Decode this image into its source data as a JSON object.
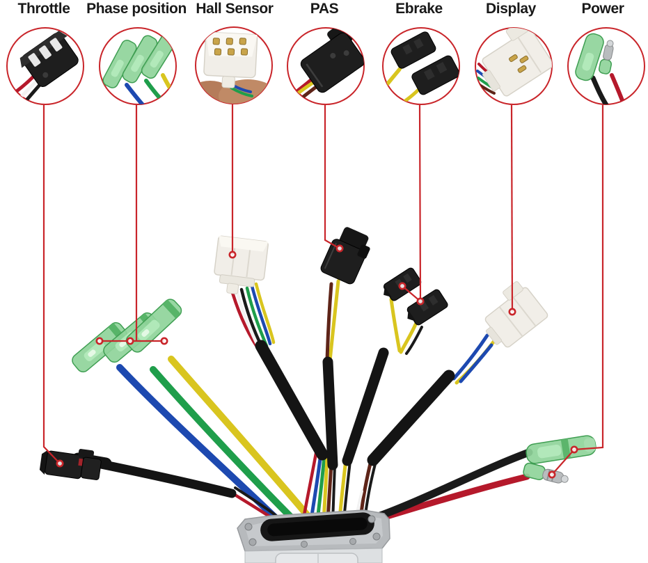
{
  "callouts": [
    {
      "id": "throttle",
      "label": "Throttle",
      "icon": "sm-2pin-connector-icon"
    },
    {
      "id": "phase-position",
      "label": "Phase position",
      "icon": "green-spade-terminals-icon"
    },
    {
      "id": "hall-sensor",
      "label": "Hall Sensor",
      "icon": "white-6pin-connector-icon"
    },
    {
      "id": "pas",
      "label": "PAS",
      "icon": "black-3pin-connector-icon"
    },
    {
      "id": "ebrake",
      "label": "Ebrake",
      "icon": "dual-sm-connectors-icon"
    },
    {
      "id": "display",
      "label": "Display",
      "icon": "white-multipin-connector-icon"
    },
    {
      "id": "power",
      "label": "Power",
      "icon": "bullet-terminal-icon"
    }
  ],
  "palette": {
    "annotation_red": "#c9252a",
    "label_color": "#191919",
    "wire_blue": "#1d49b0",
    "wire_green": "#1f9e4b",
    "wire_yellow": "#d9c51f",
    "wire_red": "#b5192b",
    "wire_black": "#1a1a1a",
    "wire_white": "#f2f2f2",
    "wire_brown": "#5e2418",
    "terminal_green": "#8fd49a",
    "connector_white": "#f1eee8",
    "connector_black": "#1e1e1e",
    "controller_silver": "#c6c9cc"
  }
}
